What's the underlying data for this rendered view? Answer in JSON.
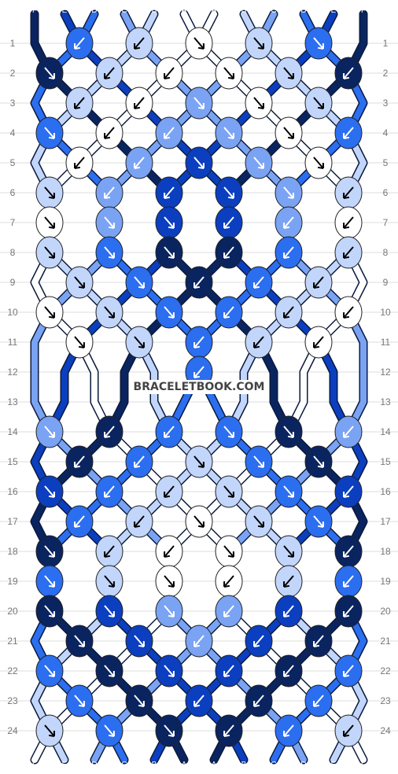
{
  "pattern": {
    "strings_top": [
      "F",
      "E",
      "D",
      "C",
      "B",
      "A",
      "A",
      "B",
      "C",
      "D",
      "E",
      "F"
    ],
    "strings_bottom": [
      "F",
      "E",
      "D",
      "C",
      "B",
      "A",
      "A",
      "B",
      "C",
      "D",
      "E",
      "F"
    ],
    "rows": [
      "1",
      "2",
      "3",
      "4",
      "5",
      "6",
      "7",
      "8",
      "9",
      "10",
      "11",
      "12",
      "13",
      "14",
      "15",
      "16",
      "17",
      "18",
      "19",
      "20",
      "21",
      "22",
      "23",
      "24"
    ],
    "colors": {
      "A": "#ffffff",
      "B": "#c2d5fb",
      "C": "#7aa3f3",
      "D": "#2b6ef0",
      "E": "#0b3fc0",
      "F": "#0a2460"
    }
  },
  "watermark": "BRACELETBOOK.COM"
}
